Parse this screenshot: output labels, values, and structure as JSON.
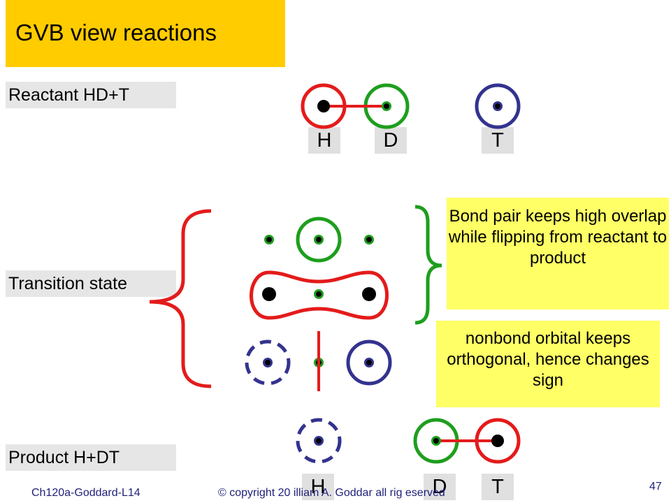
{
  "title": "GVB view reactions",
  "labels": {
    "reactant": "Reactant HD+T",
    "transition": "Transition state",
    "product": "Product H+DT"
  },
  "atoms_reactant": [
    "H",
    "D",
    "T"
  ],
  "atoms_product": [
    "H",
    "D",
    "T"
  ],
  "notes": {
    "bond_pair": "Bond pair keeps high overlap while flipping from reactant to product",
    "nonbond": "nonbond orbital keeps orthogonal, hence changes sign"
  },
  "footer": {
    "course": "Ch120a-Goddard-L14",
    "copyright": "© copyright 20   illiam A. Goddar     all rig    eserved",
    "page": "47"
  },
  "colors": {
    "title_bg": "#FFCC00",
    "label_bg": "#E6E6E6",
    "note_bg": "#FFFF66",
    "h_orbital": "#E41B1B",
    "d_orbital": "#1E9E1E",
    "t_orbital": "#33338F",
    "bracket": "#E41B1B",
    "brace_right": "#1E9E1E"
  }
}
